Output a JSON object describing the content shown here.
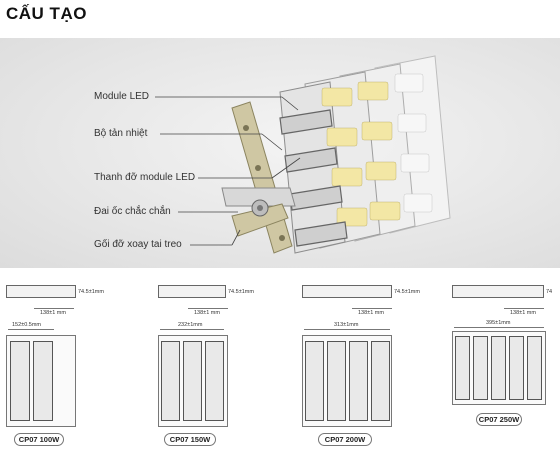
{
  "title": "CẤU TẠO",
  "callouts": [
    "Module LED",
    "Bộ tản nhiệt",
    "Thanh đỡ module LED",
    "Đai ốc chắc chắn",
    "Gối đỡ xoay tai treo"
  ],
  "specs": [
    {
      "model": "CP07 100W",
      "width": "152±0.5mm",
      "depth": "138±1 mm",
      "height": "74.5±1mm",
      "modules": 2
    },
    {
      "model": "CP07 150W",
      "width": "232±1mm",
      "depth": "138±1 mm",
      "height": "74.5±1mm",
      "modules": 3
    },
    {
      "model": "CP07 200W",
      "width": "313±1mm",
      "depth": "138±1 mm",
      "height": "74.5±1mm",
      "modules": 4
    },
    {
      "model": "CP07 250W",
      "width": "395±1mm",
      "depth": "138±1 mm",
      "height": "74",
      "modules": 5
    }
  ],
  "colors": {
    "hero_bg": "#e6e6e6",
    "module": "#e9e9e9",
    "bracket": "#cfc7a3",
    "line": "#555555"
  }
}
